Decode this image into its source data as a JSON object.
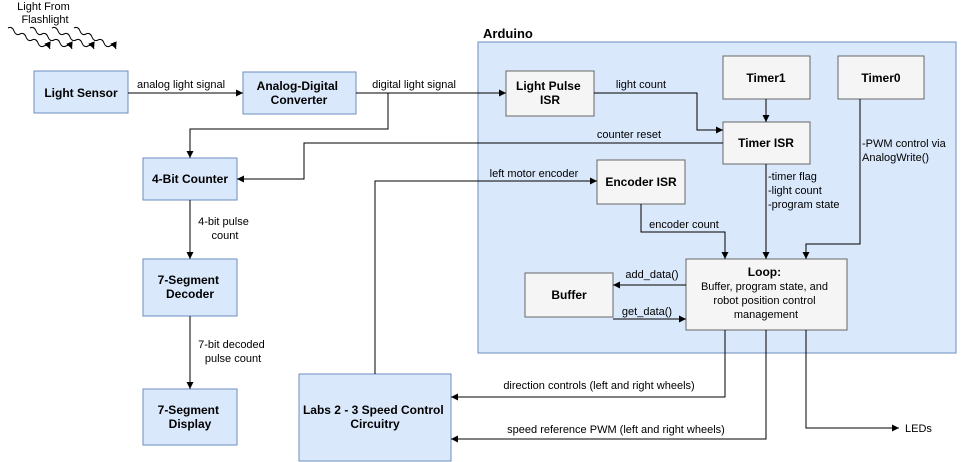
{
  "diagram": {
    "source_text": [
      "Light From",
      "Flashlight"
    ],
    "arduino_label": "Arduino",
    "blocks": {
      "light_sensor": [
        "Light Sensor"
      ],
      "adc": [
        "Analog-Digital",
        "Converter"
      ],
      "light_pulse_isr": [
        "Light Pulse",
        "ISR"
      ],
      "timer1": [
        "Timer1"
      ],
      "timer0": [
        "Timer0"
      ],
      "timer_isr": [
        "Timer ISR"
      ],
      "encoder_isr": [
        "Encoder ISR"
      ],
      "counter": [
        "4-Bit Counter"
      ],
      "seg_decoder": [
        "7-Segment",
        "Decoder"
      ],
      "seg_display": [
        "7-Segment",
        "Display"
      ],
      "buffer": [
        "Buffer"
      ],
      "loop": [
        "Loop:",
        "Buffer, program state, and",
        "robot position control",
        "management"
      ],
      "speed_ctrl": [
        "Labs 2 - 3 Speed Control",
        "Circuitry"
      ]
    },
    "edge_labels": {
      "analog": [
        "analog light signal"
      ],
      "digital": [
        "digital light signal"
      ],
      "light_count": [
        "light count"
      ],
      "counter_reset": [
        "counter reset"
      ],
      "left_encoder": [
        "left motor encoder"
      ],
      "timer_outputs": [
        "-timer flag",
        "-light count",
        "-program state"
      ],
      "pwm_control": [
        "-PWM control via",
        "AnalogWrite()"
      ],
      "encoder_count": [
        "encoder count"
      ],
      "pulse_count": [
        "4-bit pulse",
        "count"
      ],
      "decoded_count": [
        "7-bit decoded",
        "pulse count"
      ],
      "add_data": [
        "add_data()"
      ],
      "get_data": [
        "get_data()"
      ],
      "direction": [
        "direction controls (left and right wheels)"
      ],
      "speed_ref": [
        "speed reference PWM (left and right wheels)"
      ],
      "leds": [
        "LEDs"
      ]
    }
  }
}
